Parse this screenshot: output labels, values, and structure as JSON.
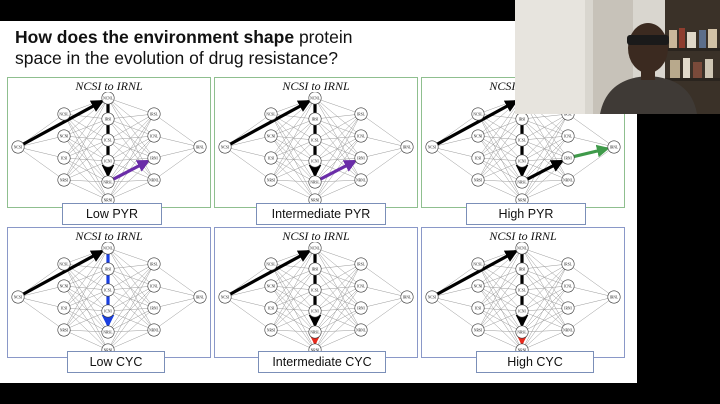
{
  "slide": {
    "title_bold": "How does the environment shape",
    "title_rest_line1": " protein",
    "title_line2": "space in the evolution of drug resistance?",
    "panels": [
      {
        "title": "NCSI to IRNL",
        "label": "Low PYR",
        "arrow_color": "#6a2ca8"
      },
      {
        "title": "NCSI to IRNL",
        "label": "Intermediate PYR",
        "arrow_color": "#6a2ca8"
      },
      {
        "title": "NCSI to IRNL",
        "label": "High PYR",
        "arrow_color": "#3f9a4a"
      },
      {
        "title": "NCSI to IRNL",
        "label": "Low CYC",
        "arrow_color": "#1a3fe0"
      },
      {
        "title": "NCSI to IRNL",
        "label": "Intermediate CYC",
        "arrow_color": "#e8291c"
      },
      {
        "title": "NCSI to IRNL",
        "label": "High CYC",
        "arrow_color": "#e8291c"
      }
    ]
  },
  "graph": {
    "nodes": [
      "NCSI",
      "NCSL",
      "NCNI",
      "ICSI",
      "NRSI",
      "NCNL",
      "IRSI",
      "ICSL",
      "ICNI",
      "NRSL",
      "NRNI",
      "IRSL",
      "ICNL",
      "IRNI",
      "NRNL",
      "IRNL"
    ]
  },
  "colors": {
    "background": "#000000",
    "slide": "#ffffff",
    "green_border": "#8fbf8f",
    "blue_border": "#8a98c8"
  }
}
